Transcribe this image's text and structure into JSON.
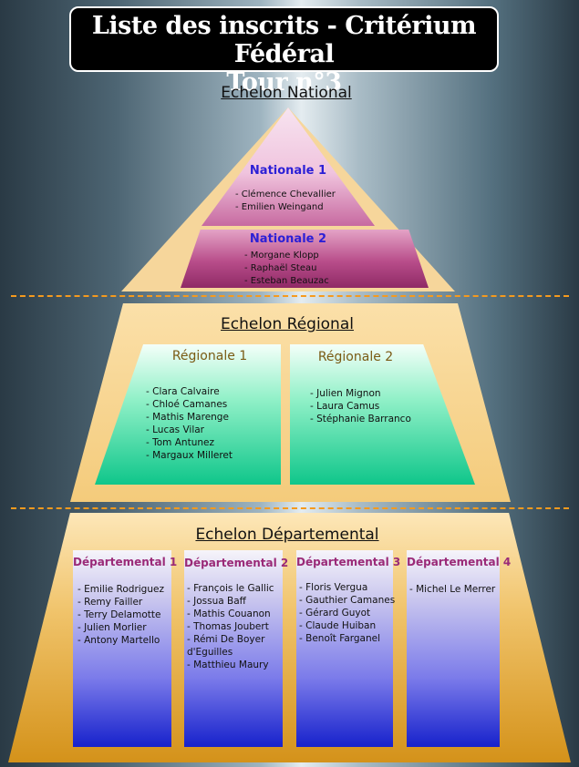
{
  "title": {
    "line1": "Liste des inscrits - Critérium Fédéral",
    "line2": "Tour n°3"
  },
  "national": {
    "echelon_label": "Echelon National",
    "nationale1": {
      "label": "Nationale 1",
      "players": [
        "- Clémence Chevallier",
        "- Emilien Weingand"
      ]
    },
    "nationale2": {
      "label": "Nationale 2",
      "players": [
        "- Morgane Klopp",
        "- Raphaël Steau",
        "- Esteban Beauzac"
      ]
    }
  },
  "regional": {
    "echelon_label": "Echelon Régional",
    "regionale1": {
      "label": "Régionale 1",
      "players": [
        "- Clara Calvaire",
        "- Chloé Camanes",
        "- Mathis Marenge",
        "- Lucas Vilar",
        "- Tom Antunez",
        "- Margaux Milleret"
      ]
    },
    "regionale2": {
      "label": "Régionale 2",
      "players": [
        "- Julien Mignon",
        "- Laura Camus",
        "- Stéphanie Barranco"
      ]
    }
  },
  "departemental": {
    "echelon_label": "Echelon Départemental",
    "columns": [
      {
        "label": "Départemental 1",
        "players": [
          "- Emilie Rodriguez",
          "- Remy Failler",
          "- Terry Delamotte",
          "- Julien Morlier",
          "- Antony Martello"
        ]
      },
      {
        "label": "Départemental 2",
        "players": [
          "- François le Gallic",
          "- Jossua Baff",
          "- Mathis Couanon",
          "- Thomas Joubert",
          "- Rémi De Boyer",
          "d'Eguilles",
          "- Matthieu Maury"
        ]
      },
      {
        "label": "Départemental 3",
        "players": [
          "- Floris Vergua",
          "- Gauthier Camanes",
          "- Gérard Guyot",
          "- Claude Huiban",
          "- Benoît Farganel"
        ]
      },
      {
        "label": "Départemental 4",
        "players": [
          "- Michel Le Merrer"
        ]
      }
    ]
  },
  "colors": {
    "national_title": "#2b1fd6",
    "regional_title": "#7a5a14",
    "departemental_title": "#9a2a78",
    "separator": "#f59a1e"
  }
}
